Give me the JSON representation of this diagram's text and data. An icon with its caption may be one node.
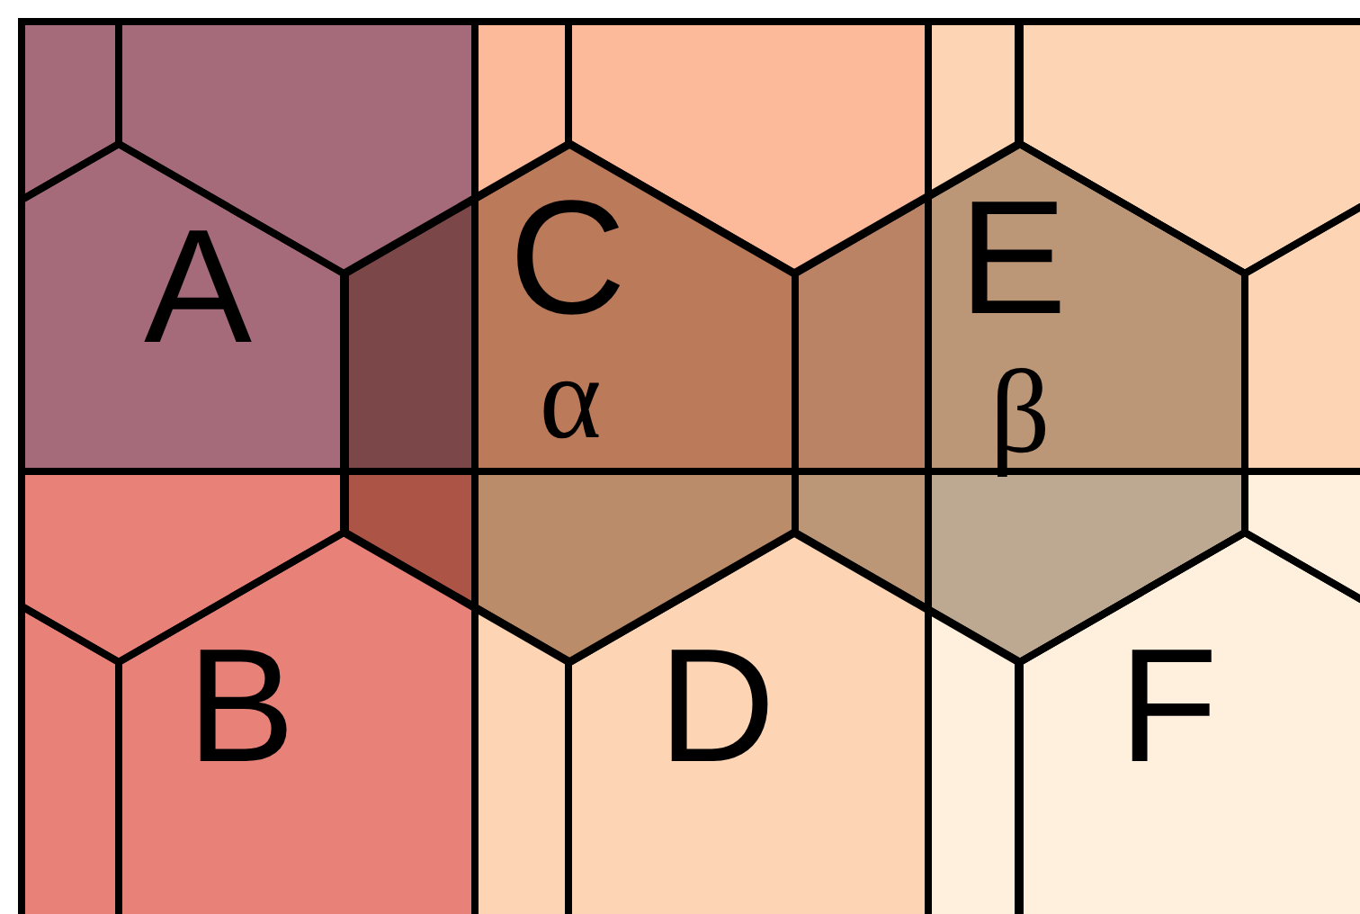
{
  "diagram": {
    "nodes": [
      {
        "text": [
          "A"
        ]
      },
      {
        "text": [
          "C"
        ]
      },
      {
        "text": [
          "E"
        ]
      },
      {
        "text": [],
        "shape": "hexagon"
      },
      {
        "text": [],
        "shape": "hexagon"
      },
      {
        "text": [
          "B"
        ]
      },
      {
        "text": [
          "D"
        ]
      },
      {
        "text": [
          "F"
        ]
      }
    ],
    "labels": [
      "α",
      "β"
    ]
  }
}
